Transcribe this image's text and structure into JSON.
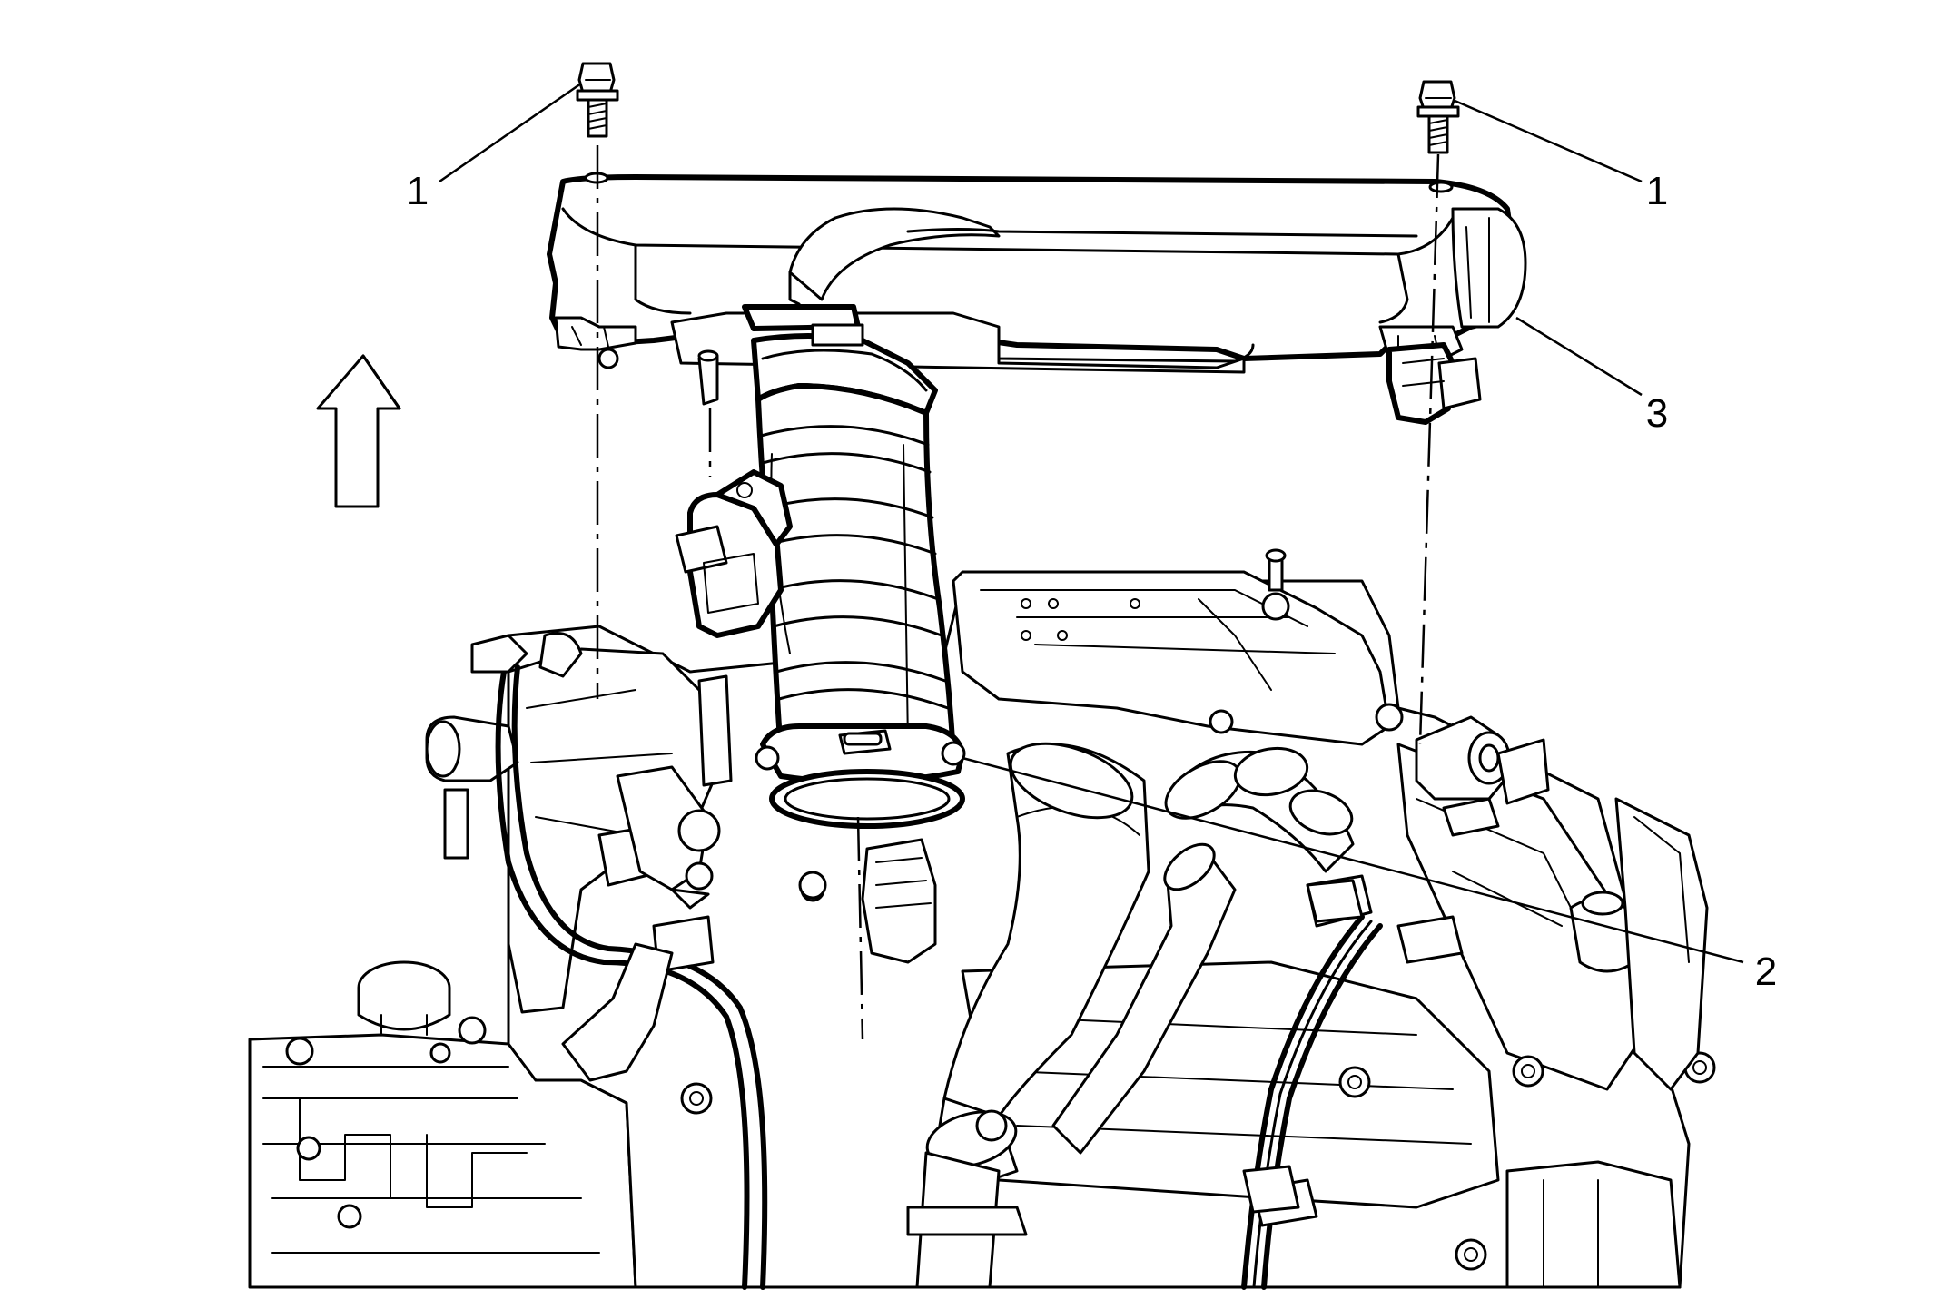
{
  "diagram": {
    "callouts": [
      {
        "id": "bolt-left",
        "label": "1"
      },
      {
        "id": "bolt-right",
        "label": "1"
      },
      {
        "id": "air-cleaner-outlet-duct",
        "label": "3"
      },
      {
        "id": "throttle-body-clamp",
        "label": "2"
      }
    ],
    "icons": {
      "direction_arrow": "up-arrow-icon"
    },
    "colors": {
      "line": "#000000",
      "background": "#ffffff"
    }
  }
}
